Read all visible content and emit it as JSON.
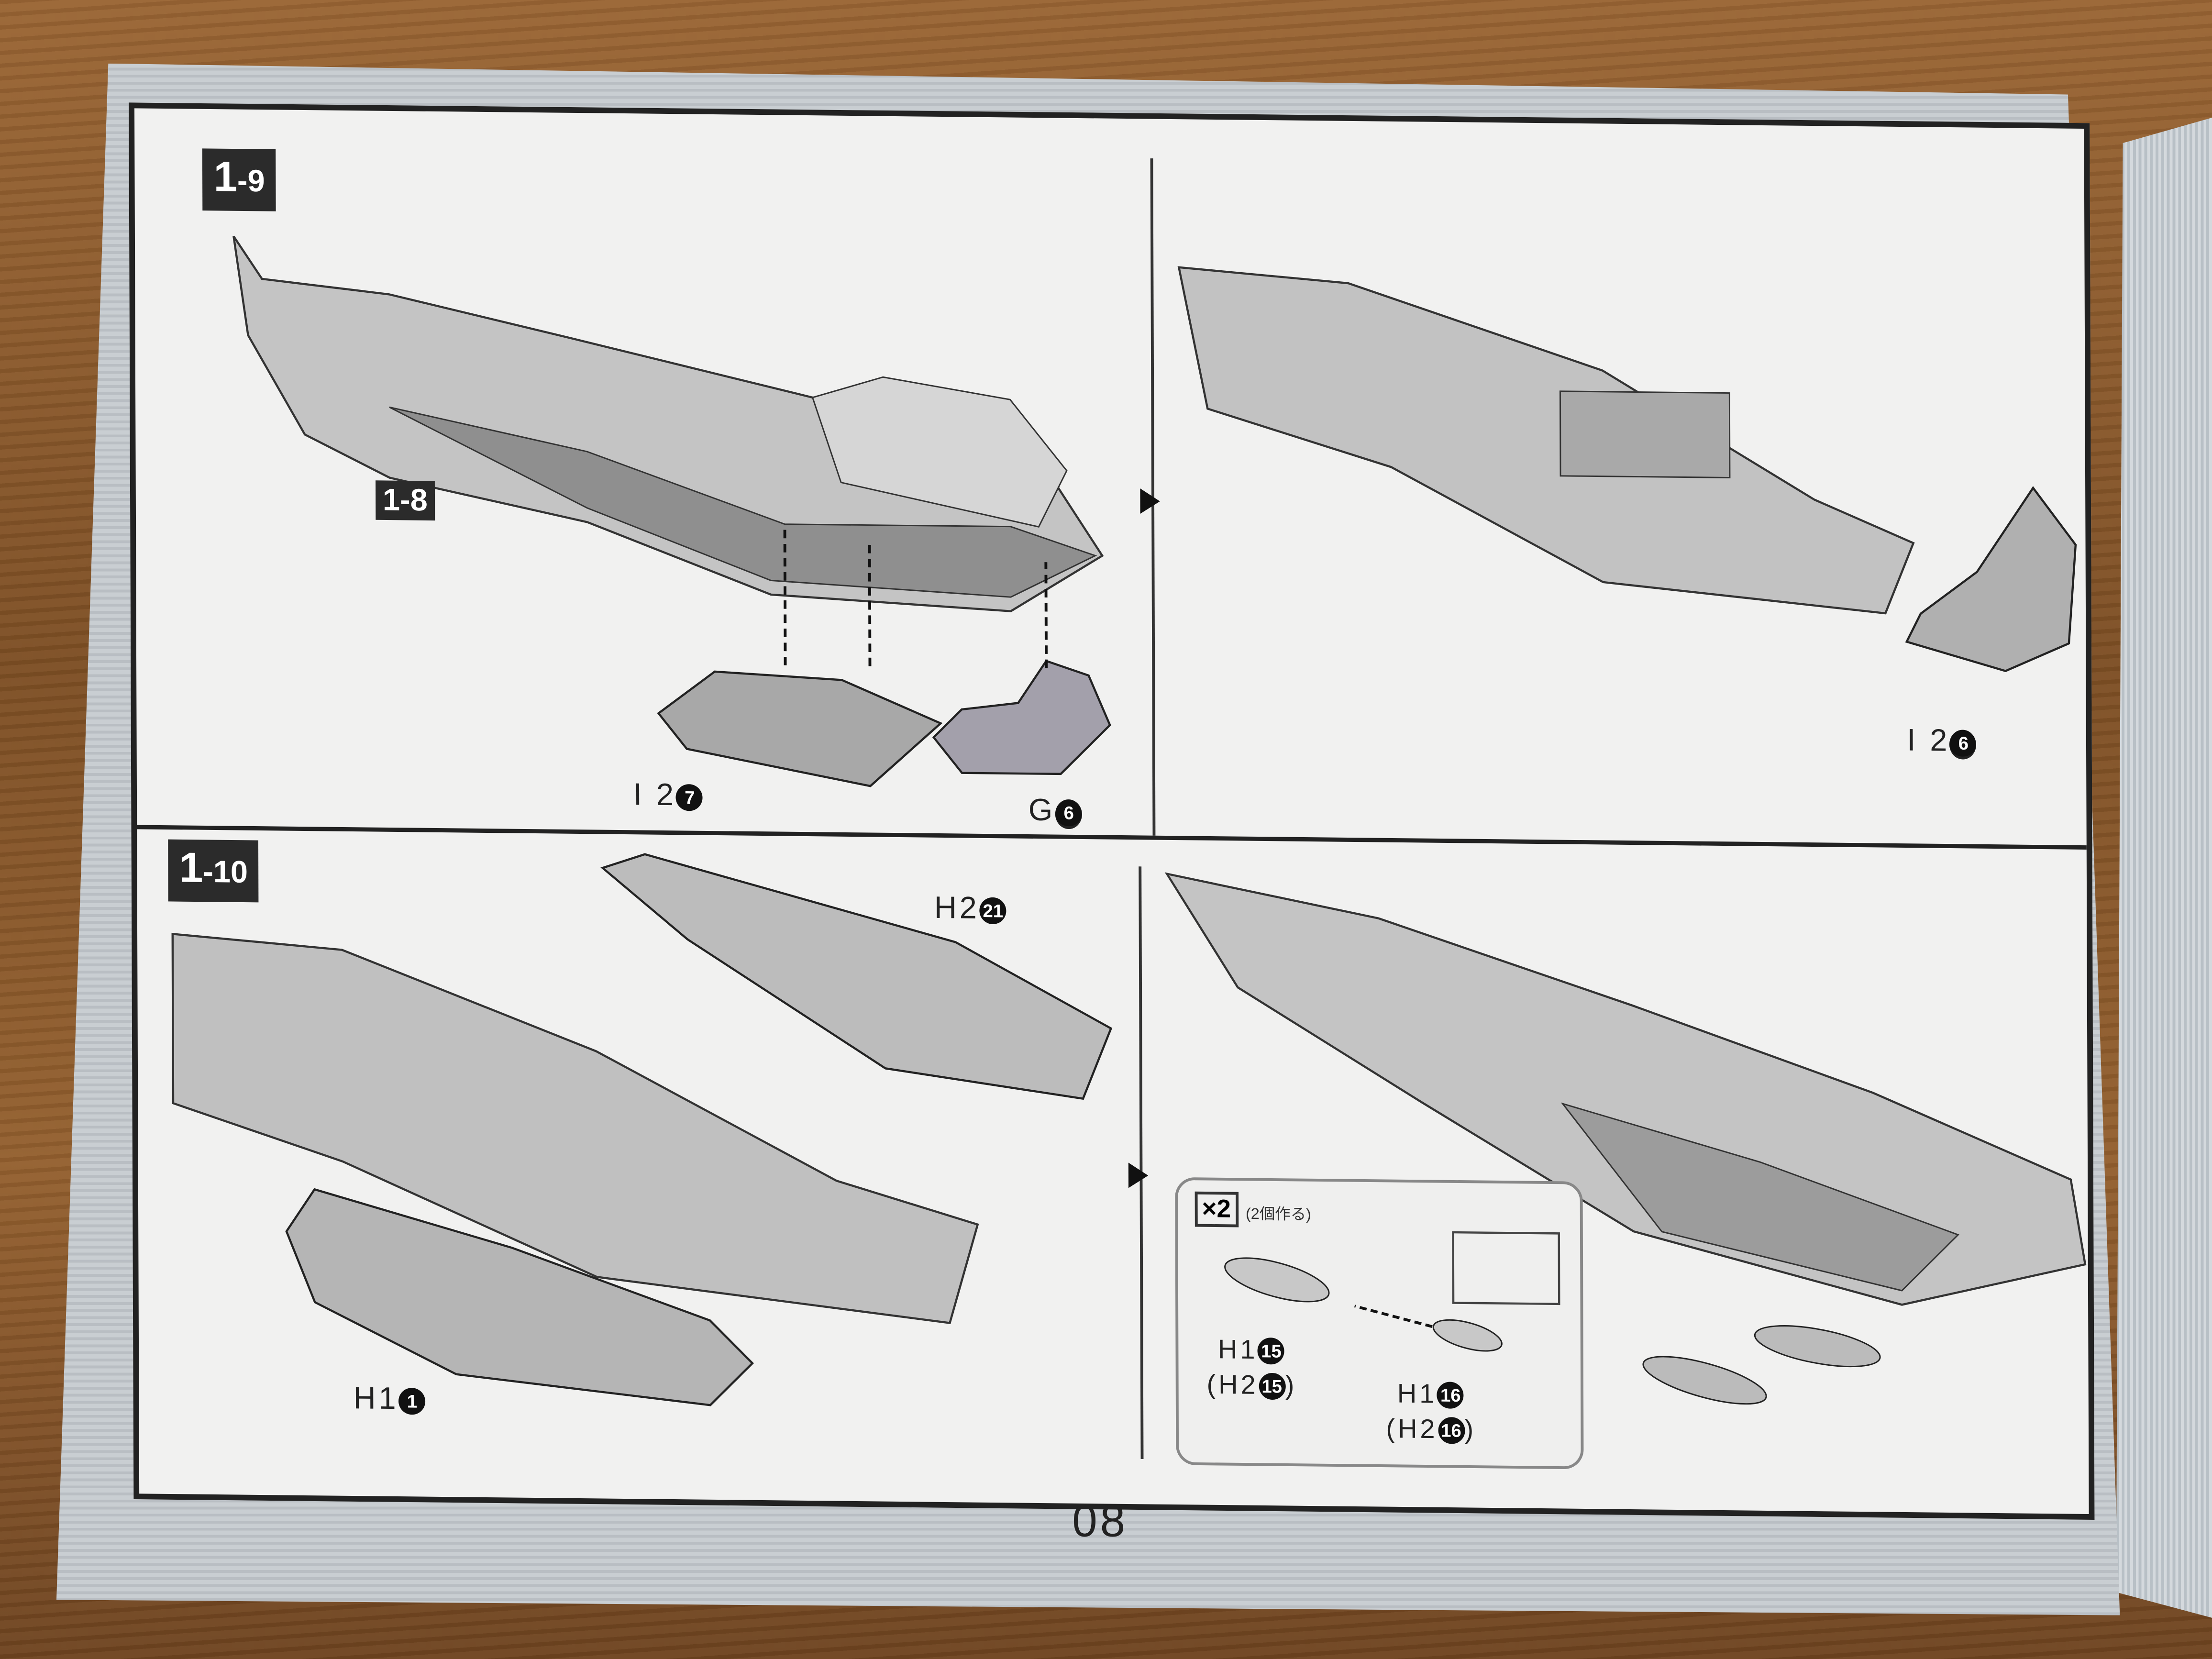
{
  "page_number": "08",
  "steps": {
    "s19": {
      "major": "1",
      "minor": "-9"
    },
    "s18": {
      "major": "1",
      "minor": "-8"
    },
    "s110": {
      "major": "1",
      "minor": "-10"
    }
  },
  "parts": {
    "i2_7": {
      "prefix": "I 2",
      "num": "7"
    },
    "g_6": {
      "prefix": "G",
      "num": "6"
    },
    "i2_6": {
      "prefix": "I 2",
      "num": "6"
    },
    "h2_21": {
      "prefix": "H2",
      "num": "21"
    },
    "h1_1": {
      "prefix": "H1",
      "num": "1"
    },
    "h1_15": {
      "prefix": "H1",
      "num": "15"
    },
    "h2_15": {
      "prefix": "(H2",
      "num": "15",
      "suffix": ")"
    },
    "h1_16": {
      "prefix": "H1",
      "num": "16"
    },
    "h2_16": {
      "prefix": "(H2",
      "num": "16",
      "suffix": ")"
    }
  },
  "inset": {
    "multiplier": "×2",
    "note": "(2個作る)"
  },
  "colors": {
    "ink": "#222222",
    "paper": "#f1f1f0",
    "part_gray": "#b5b5b5"
  }
}
